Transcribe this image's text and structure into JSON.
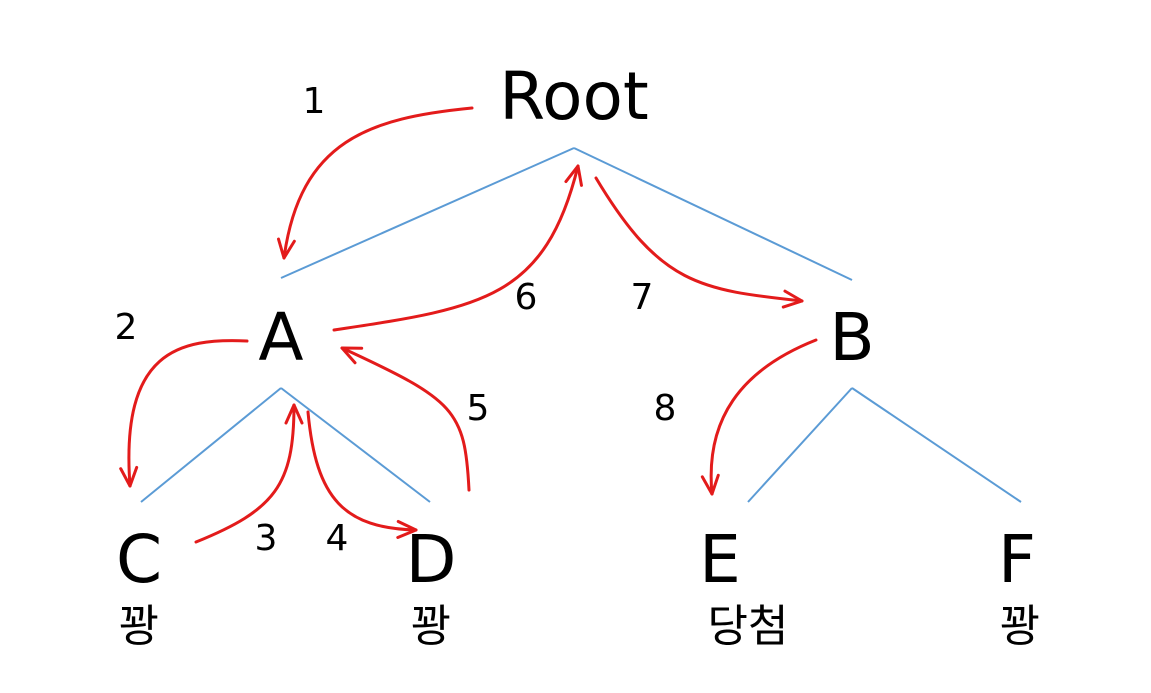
{
  "colors": {
    "edge": "#5b9bd5",
    "arrow": "#e31b1b",
    "text": "#000000"
  },
  "nodes": {
    "root": {
      "label": "Root"
    },
    "a": {
      "label": "A"
    },
    "b": {
      "label": "B"
    },
    "c": {
      "label": "C",
      "sublabel": "꽝"
    },
    "d": {
      "label": "D",
      "sublabel": "꽝"
    },
    "e": {
      "label": "E",
      "sublabel": "당첨"
    },
    "f": {
      "label": "F",
      "sublabel": "꽝"
    }
  },
  "steps": [
    "1",
    "2",
    "3",
    "4",
    "5",
    "6",
    "7",
    "8"
  ]
}
